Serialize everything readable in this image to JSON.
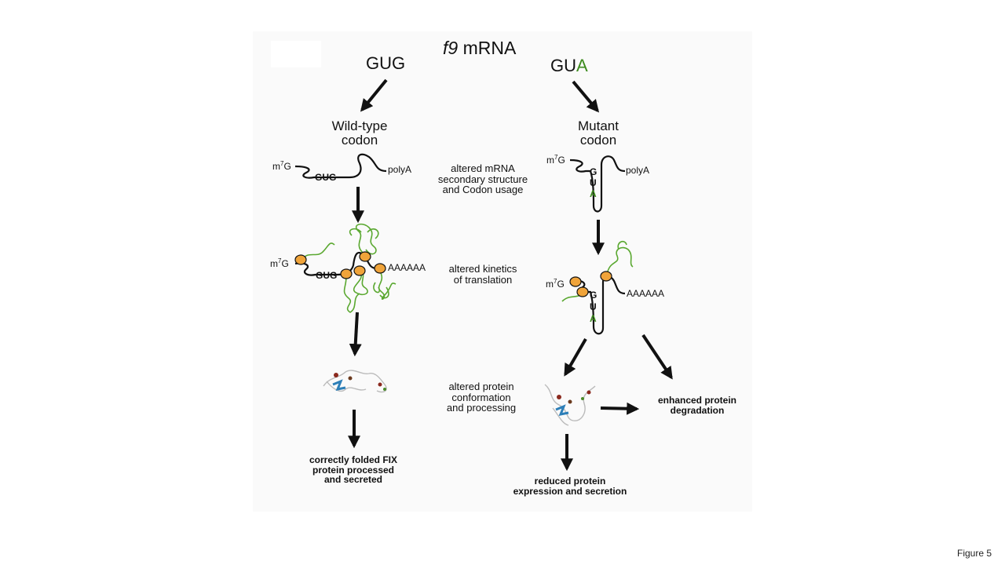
{
  "title": {
    "italic": "f9",
    "rest": " mRNA"
  },
  "wild": {
    "codon": "GUG",
    "heading": [
      "Wild-type",
      "codon"
    ],
    "cap": "m",
    "cap_sup": "7",
    "cap_g": "G",
    "codon_small": "GUG",
    "polya": "polyA",
    "polya_tail": "AAAAAA",
    "outcome": [
      "correctly folded FIX",
      "protein processed",
      "and secreted"
    ]
  },
  "mutant": {
    "codon_prefix": "GU",
    "codon_change": "A",
    "heading": [
      "Mutant",
      "codon"
    ],
    "cap": "m",
    "cap_sup": "7",
    "cap_g": "G",
    "loop_letters": [
      "G",
      "U",
      "A"
    ],
    "polya": "polyA",
    "polya_tail": "AAAAAA",
    "outcome_reduced": [
      "reduced protein",
      "expression and secretion"
    ],
    "outcome_degradation": [
      "enhanced protein",
      "degradation"
    ]
  },
  "middle": {
    "structure": [
      "altered mRNA",
      "secondary structure",
      "and Codon usage"
    ],
    "kinetics": [
      "altered kinetics",
      "of translation"
    ],
    "conformation": [
      "altered protein",
      "conformation",
      "and processing"
    ]
  },
  "figure_label": "Figure 5",
  "colors": {
    "ribosome": "#f0a43a",
    "nascent_chain": "#5aa830",
    "mutation": "#3d8b1e",
    "arrow": "#111111"
  }
}
